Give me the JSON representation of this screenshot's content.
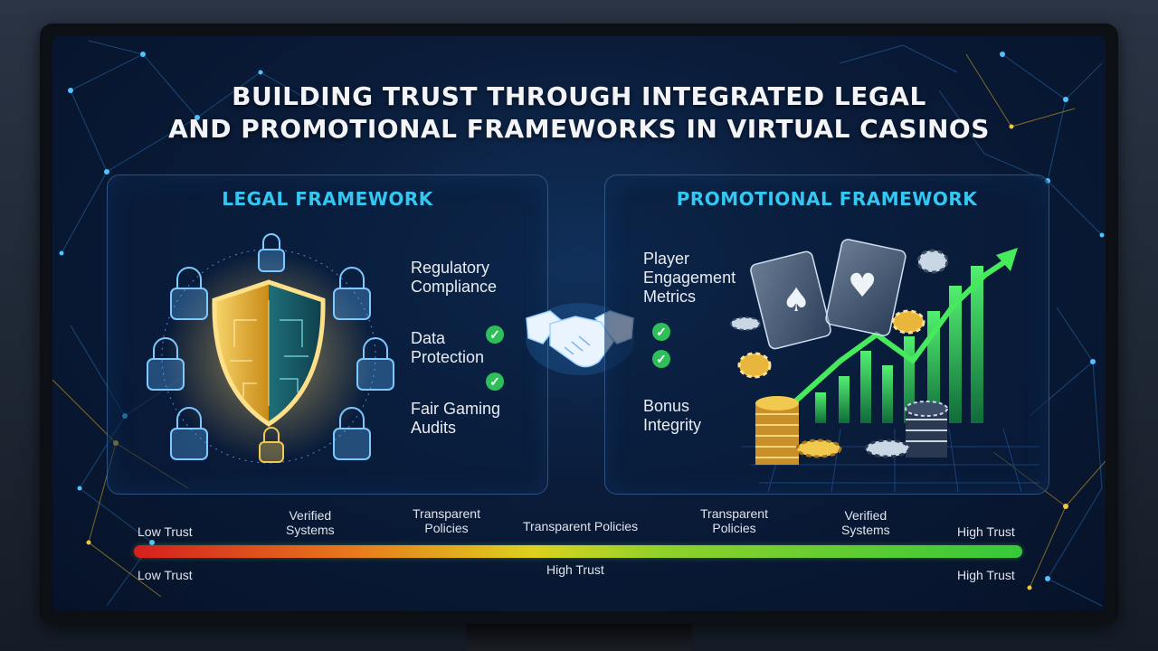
{
  "title": {
    "line1": "BUILDING TRUST THROUGH INTEGRATED LEGAL",
    "line2": "AND PROMOTIONAL FRAMEWORKS IN VIRTUAL CASINOS"
  },
  "legal": {
    "heading": "LEGAL FRAMEWORK",
    "items": [
      {
        "line1": "Regulatory",
        "line2": "Compliance"
      },
      {
        "line1": "Data",
        "line2": "Protection"
      },
      {
        "line1": "Fair Gaming",
        "line2": "Audits"
      }
    ]
  },
  "promo": {
    "heading": "PROMOTIONAL FRAMEWORK",
    "items": [
      {
        "line1": "Player",
        "line2": "Engagement",
        "line3": "Metrics"
      },
      {
        "line1": "Bonus",
        "line2": "Integrity"
      }
    ]
  },
  "trust_scale": {
    "level": 1.0,
    "top_labels": [
      {
        "line1": "Low Trust",
        "line2": ""
      },
      {
        "line1": "Verified",
        "line2": "Systems"
      },
      {
        "line1": "Transparent",
        "line2": "Policies"
      },
      {
        "line1": "Transparent Policies",
        "line2": ""
      },
      {
        "line1": "Transparent",
        "line2": "Policies"
      },
      {
        "line1": "Verified",
        "line2": "Systems"
      },
      {
        "line1": "High Trust",
        "line2": ""
      }
    ],
    "bottom_labels": [
      "Low Trust",
      "High Trust",
      "High Trust"
    ]
  },
  "colors": {
    "panel_heading": "#33c7f2",
    "gold": "#e8b63a",
    "check": "#2fbf5a",
    "growth": "#3ddc5a"
  },
  "icons": {
    "shield": "shield-icon",
    "lock": "padlock-icon",
    "handshake": "handshake-icon",
    "cards": "playing-cards-icon",
    "chips": "casino-chip-icon",
    "growth": "growth-chart-icon"
  }
}
